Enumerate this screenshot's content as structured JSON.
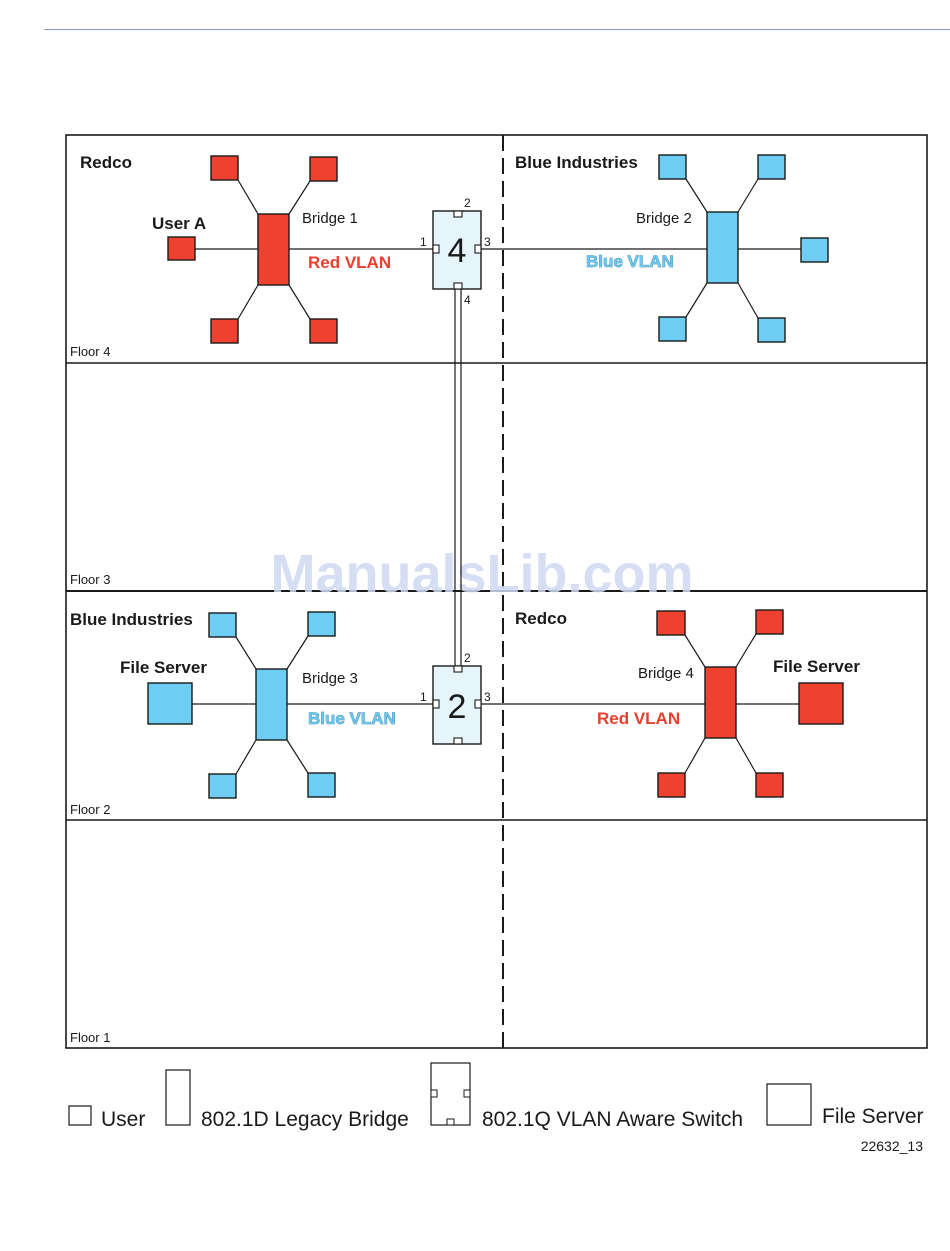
{
  "watermark": "ManualsLib.com",
  "figure_id": "22632_13",
  "colors": {
    "red": "#ee4130",
    "blue": "#6dcdf2",
    "switch_fill": "#e6f4fc",
    "red_text": "#e8402e",
    "blue_text": "#6fc7ec"
  },
  "floors": [
    {
      "label": "Floor 4"
    },
    {
      "label": "Floor 3"
    },
    {
      "label": "Floor 2"
    },
    {
      "label": "Floor 1"
    }
  ],
  "floor4": {
    "left_org": "Redco",
    "right_org": "Blue Industries",
    "user_label": "User A",
    "bridge_left": "Bridge 1",
    "bridge_right": "Bridge 2",
    "vlan_left": "Red VLAN",
    "vlan_right": "Blue VLAN",
    "switch_number": "4",
    "ports": {
      "top": "2",
      "left": "1",
      "right": "3",
      "bottom": "4"
    }
  },
  "floor2": {
    "left_org": "Blue Industries",
    "right_org": "Redco",
    "file_server_left": "File Server",
    "file_server_right": "File Server",
    "bridge_left": "Bridge 3",
    "bridge_right": "Bridge 4",
    "vlan_left": "Blue VLAN",
    "vlan_right": "Red VLAN",
    "switch_number": "2",
    "ports": {
      "top": "2",
      "left": "1",
      "right": "3"
    }
  },
  "legend": {
    "user": "User",
    "legacy_bridge": "802.1D Legacy Bridge",
    "vlan_switch": "802.1Q VLAN Aware Switch",
    "file_server": "File Server"
  }
}
